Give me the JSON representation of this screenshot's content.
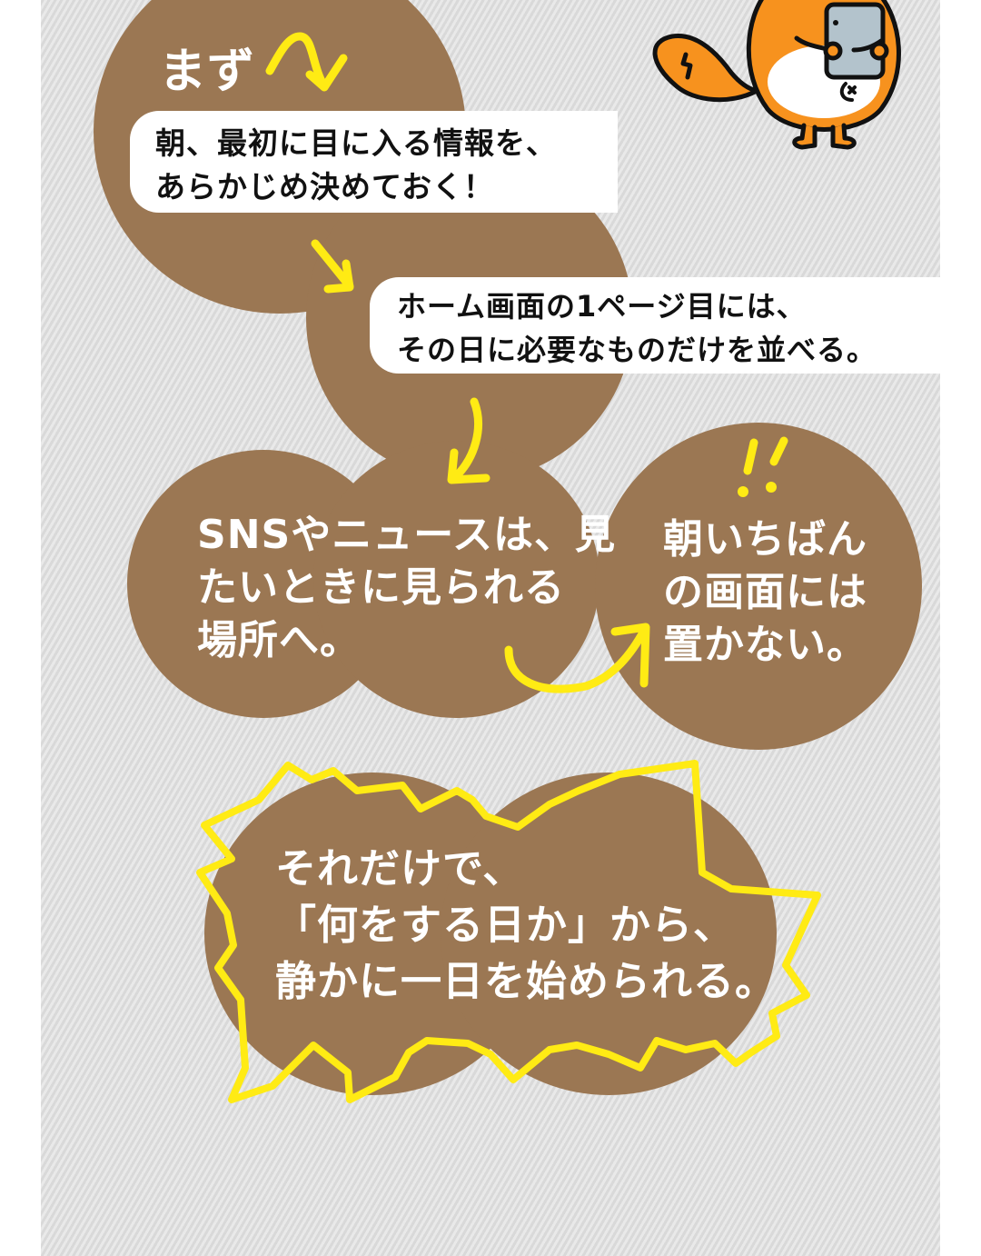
{
  "colors": {
    "panel_bg": "#e2e2e2",
    "bubble_brown": "#9b7753",
    "accent_yellow": "#ffeb14",
    "text_dark": "#111111",
    "text_light": "#ffffff",
    "mascot_orange": "#f7921e"
  },
  "mascot": {
    "icon": "squirrel-with-smartphone-icon"
  },
  "step1": {
    "label": "まず",
    "arrow_icon": "squiggle-arrow-down-icon",
    "lines": [
      "朝、最初に目に入る情報を、",
      "あらかじめ決めておく！"
    ]
  },
  "step2": {
    "arrow_icon": "arrow-down-right-icon",
    "lines": [
      "ホーム画面の1ページ目には、",
      "その日に必要なものだけを並べる。"
    ]
  },
  "step3": {
    "arrow_icon": "arrow-down-left-icon",
    "lines": [
      "SNSやニュースは、見",
      "たいときに見られる",
      "場所へ。"
    ]
  },
  "step4": {
    "arrow_icon": "curved-arrow-right-icon",
    "exclaim_icon": "double-exclamation-icon",
    "lines": [
      "朝いちばん",
      "の画面には",
      "置かない。"
    ]
  },
  "conclusion": {
    "burst_icon": "explosion-burst-outline-icon",
    "lines": [
      "それだけで、",
      "「何をする日か」から、",
      "静かに一日を始められる。"
    ]
  }
}
